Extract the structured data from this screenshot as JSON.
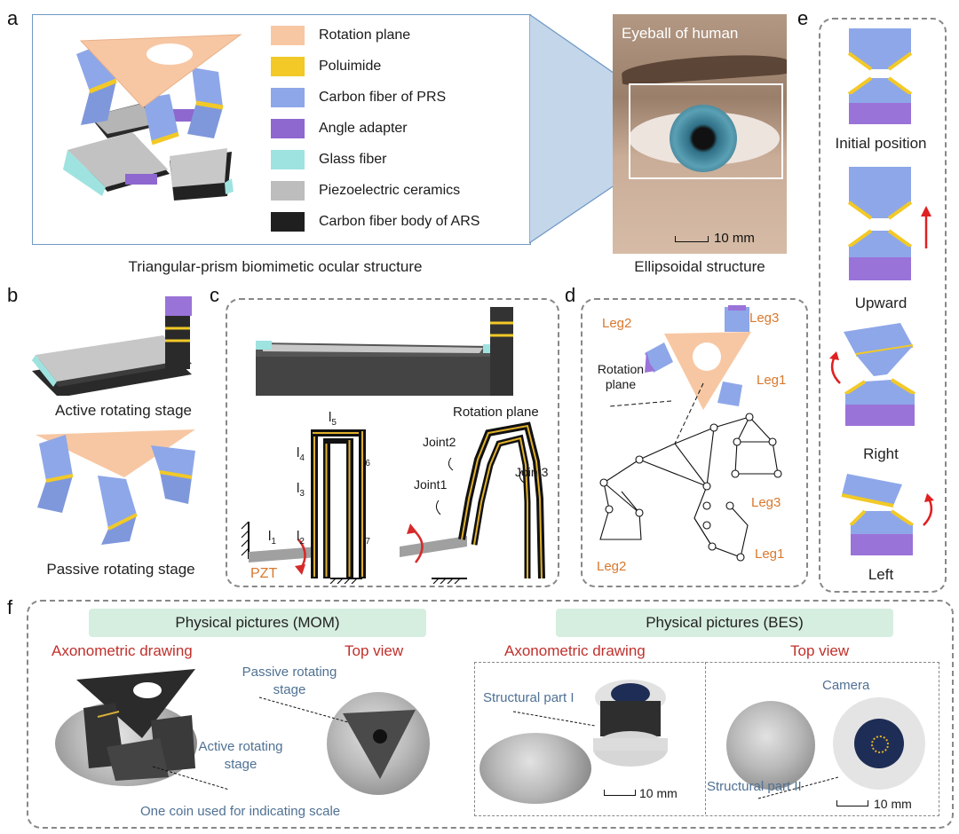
{
  "panels": {
    "a": {
      "label": "a",
      "caption_left": "Triangular-prism biomimetic ocular structure",
      "caption_right": "Ellipsoidal structure",
      "eye_title": "Eyeball of human",
      "scale_text": "10 mm",
      "legend": [
        {
          "label": "Rotation plane",
          "color": "#f7c7a3"
        },
        {
          "label": "Poluimide",
          "color": "#f2c927"
        },
        {
          "label": "Carbon fiber of PRS",
          "color": "#8ea7e9"
        },
        {
          "label": "Angle adapter",
          "color": "#8e67cf"
        },
        {
          "label": "Glass fiber",
          "color": "#9fe3e0"
        },
        {
          "label": "Piezoelectric ceramics",
          "color": "#bdbdbd"
        },
        {
          "label": "Carbon fiber body of ARS",
          "color": "#1f1f1f"
        }
      ]
    },
    "b": {
      "label": "b",
      "caption_active": "Active rotating stage",
      "caption_passive": "Passive rotating stage"
    },
    "c": {
      "label": "c",
      "l1": "l",
      "s1": "1",
      "l2": "l",
      "s2": "2",
      "l3": "l",
      "s3": "3",
      "l4": "l",
      "s4": "4",
      "l5": "l",
      "s5": "5",
      "l6": "l",
      "s6": "6",
      "l7": "l",
      "s7": "7",
      "pzt": "PZT",
      "rotation_plane": "Rotation plane",
      "joint1": "Joint1",
      "joint2": "Joint2",
      "joint3": "Joint3"
    },
    "d": {
      "label": "d",
      "leg1_top": "Leg1",
      "leg2_top": "Leg2",
      "leg3_top": "Leg3",
      "rotation_plane": "Rotation plane",
      "leg1_bottom": "Leg1",
      "leg2_bottom": "Leg2",
      "leg3_bottom": "Leg3"
    },
    "e": {
      "label": "e",
      "states": [
        "Initial position",
        "Upward",
        "Right",
        "Left"
      ]
    },
    "f": {
      "label": "f",
      "mom_title": "Physical pictures (MOM)",
      "bes_title": "Physical pictures (BES)",
      "axo_left": "Axonometric drawing",
      "top_left": "Top view",
      "axo_right": "Axonometric drawing",
      "top_right": "Top view",
      "passive_stage": "Passive rotating stage",
      "active_stage": "Active rotating stage",
      "coin_note": "One coin used for indicating scale",
      "structural_part_1": "Structural part I",
      "structural_part_2": "Structural part II",
      "camera": "Camera",
      "scale_1": "10 mm",
      "scale_2": "10 mm"
    }
  }
}
